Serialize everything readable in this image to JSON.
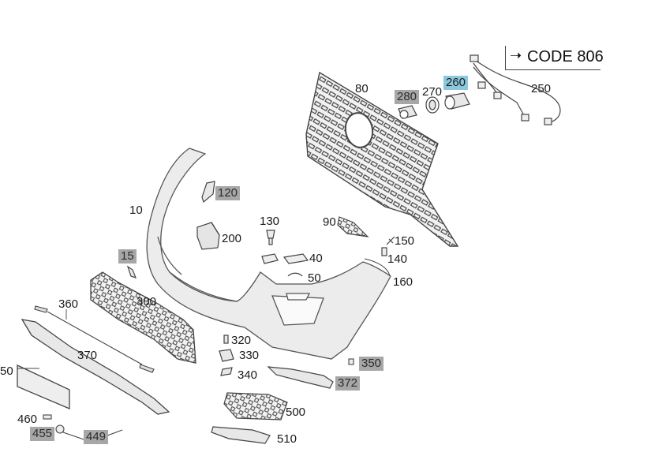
{
  "code_note": {
    "arrow": "➝",
    "text": "CODE 806"
  },
  "labels": {
    "p10": "10",
    "p15": "15",
    "p40": "40",
    "p50a": "50",
    "p50b": "50",
    "p80": "80",
    "p90": "90",
    "p120": "120",
    "p130": "130",
    "p140": "140",
    "p150": "150",
    "p160": "160",
    "p200": "200",
    "p250": "250",
    "p260": "260",
    "p270": "270",
    "p280": "280",
    "p300": "300",
    "p320": "320",
    "p330": "330",
    "p340": "340",
    "p350": "350",
    "p360": "360",
    "p370": "370",
    "p372": "372",
    "p449": "449",
    "p455": "455",
    "p460": "460",
    "p500": "500",
    "p510": "510"
  },
  "colors": {
    "part_fill": "#e9e9e9",
    "part_stroke": "#555555",
    "highlight_gray": "#a7a7a7",
    "highlight_blue": "#8cc8dd"
  }
}
